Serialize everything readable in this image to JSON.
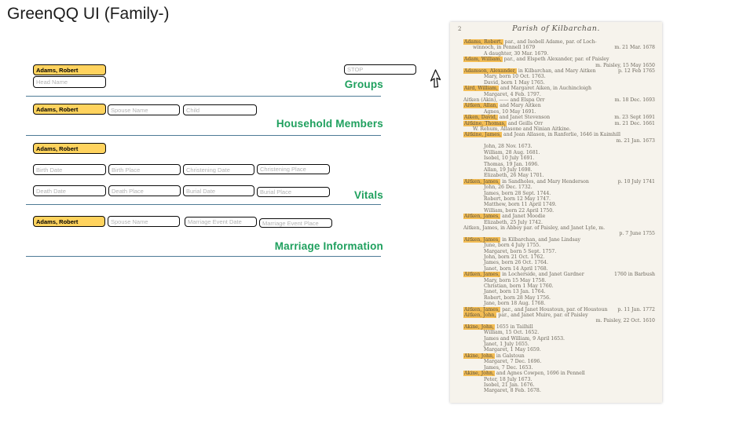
{
  "title": "GreenQQ UI (Family-)",
  "colors": {
    "section_label_green": "#1fa05e",
    "field_highlight_yellow": "#ffd35e",
    "divider_blue": "#4e7b96",
    "doc_highlight_amber": "#f3bd55"
  },
  "groups": {
    "label": "Groups",
    "head_name_value": "Adams, Robert",
    "head_name_placeholder": "Head Name",
    "stop_placeholder": "STOP"
  },
  "household": {
    "label": "Household Members",
    "head_value": "Adams, Robert",
    "spouse_placeholder": "Spouse Name",
    "child_placeholder": "Child"
  },
  "vitals": {
    "label": "Vitals",
    "head_value": "Adams, Robert",
    "row1": [
      "Birth Date",
      "Birth Place",
      "Christening Date",
      "Christening Place"
    ],
    "row2": [
      "Death Date",
      "Death Place",
      "Burial Date",
      "Burial Place"
    ]
  },
  "marriage": {
    "label": "Marriage Information",
    "head_value": "Adams, Robert",
    "spouse_placeholder": "Spouse Name",
    "event_date_placeholder": "Marriage Event Date",
    "event_place_placeholder": "Marriage Event Place"
  },
  "document": {
    "page_number": "2",
    "header": "Parish of Kilbarchan.",
    "lines": [
      {
        "hl": "Adams, Robert,",
        "t": "par., and Isobell Adame, par. of Loch-",
        "i": 0
      },
      {
        "t": "winnoch, in Pennell 1679",
        "r": "m. 21 Mar. 1678",
        "i": 1
      },
      {
        "t": "A daughter, 30 Mar. 1679.",
        "i": 2
      },
      {
        "hl": "Adam, William,",
        "t": "par., and Elspeth Alexander, par. of Paisley",
        "i": 0
      },
      {
        "r": "m. Paisley, 15 May 1650",
        "i": 0
      },
      {
        "hl": "Adamson, Alexander,",
        "t": "in Kilbarchan, and Mary Aitken",
        "r": "p. 12 Feb 1765",
        "i": 0
      },
      {
        "t": "Mary, born 10 Oct. 1763.",
        "i": 2
      },
      {
        "t": "David, born 1 May 1765.",
        "i": 2
      },
      {
        "hl": "Aird, William,",
        "t": "and Margaret Aiken, in Auchincloigh",
        "i": 0
      },
      {
        "t": "Margaret, 4 Feb. 1797.",
        "i": 2
      },
      {
        "t": "Aitken (Akin), —— and Elspa Orr",
        "r": "m. 18 Dec. 1693",
        "i": 0
      },
      {
        "hl": "Aitken, Allan,",
        "t": "and Mary Aitken",
        "i": 0
      },
      {
        "t": "Agnes, 10 May 1691.",
        "i": 2
      },
      {
        "hl": "Aiken, David,",
        "t": "and Janet Stevenson",
        "r": "m. 23 Sept 1691",
        "i": 0
      },
      {
        "hl": "Aitkine, Thomas,",
        "t": "and Geills Orr",
        "r": "m. 21 Dec. 1661",
        "i": 0
      },
      {
        "t": "W. Rehum, Allasone and Ninian Aitkine.",
        "i": 1
      },
      {
        "hl": "Aitkine, James,",
        "t": "and Jean Allason, in Ranferlie, 1646 in Kaimhill",
        "i": 0
      },
      {
        "r": "m. 21 Jan. 1673",
        "i": 0
      },
      {
        "t": "John, 28 Nov. 1673.",
        "i": 2
      },
      {
        "t": "William, 28 Aug. 1681.",
        "i": 2
      },
      {
        "t": "Isobel, 10 July 1691.",
        "i": 2
      },
      {
        "t": "Thomas, 19 Jan. 1696.",
        "i": 2
      },
      {
        "t": "Allan, 19 July 1698.",
        "i": 2
      },
      {
        "t": "Elizabeth, 26 May 1701.",
        "i": 2
      },
      {
        "hl": "Aitken, James,",
        "t": "in Sandholes, and Mary Henderson",
        "r": "p. 10 July 1741",
        "i": 0
      },
      {
        "t": "John, 26 Dec. 1732.",
        "i": 2
      },
      {
        "t": "James, born 28 Sept. 1744.",
        "i": 2
      },
      {
        "t": "Robert, born 12 May 1747.",
        "i": 2
      },
      {
        "t": "Matthew, born 11 April 1749.",
        "i": 2
      },
      {
        "t": "William, born 22 April 1750.",
        "i": 2
      },
      {
        "hl": "Aitken, James,",
        "t": "and Janet Moodie",
        "i": 0
      },
      {
        "t": "Elizabeth, 25 July 1742.",
        "i": 2
      },
      {
        "t": "Aitken, James, in Abbey par. of Paisley, and Janet Lyle, m.",
        "i": 0
      },
      {
        "r": "p. 7 June 1755",
        "i": 0
      },
      {
        "hl": "Aitken, James,",
        "t": "in Kilbarchan, and Jane Lindsay",
        "i": 0
      },
      {
        "t": "June, born 4 July 1755.",
        "i": 2
      },
      {
        "t": "Margaret, born 5 Sept. 1757.",
        "i": 2
      },
      {
        "t": "John, born 21 Oct. 1762.",
        "i": 2
      },
      {
        "t": "James, born 26 Oct. 1764.",
        "i": 2
      },
      {
        "t": "Janet, born 14 April 1768.",
        "i": 2
      },
      {
        "hl": "Aitken, James,",
        "t": "in Locherside, and Janet Gardner",
        "r": "1760 in Barbush",
        "i": 0
      },
      {
        "t": "Mary, born 15 May 1758.",
        "i": 2
      },
      {
        "t": "Christian, born 1 May 1760.",
        "i": 2
      },
      {
        "t": "Janet, born 13 Jan. 1764.",
        "i": 2
      },
      {
        "t": "Robert, born 28 May 1756.",
        "i": 2
      },
      {
        "t": "Jane, born 18 Aug. 1768.",
        "i": 2
      },
      {
        "hl": "Aitken, James,",
        "t": "par., and Janet Houstoun, par. of Houstoun",
        "r": "p. 11 Jan. 1772",
        "i": 0
      },
      {
        "hl": "Aitken, John,",
        "t": "par., and Janet Muire, par. of Paisley",
        "i": 0
      },
      {
        "r": "m. Paisley, 22 Oct. 1610",
        "i": 0
      },
      {
        "hl": "Akine, John,",
        "t": "1655 in Tailhill",
        "i": 0
      },
      {
        "t": "William, 15 Oct. 1652.",
        "i": 2
      },
      {
        "t": "James and William, 9 April 1653.",
        "i": 2
      },
      {
        "t": "Janet, 1 July 1655.",
        "i": 2
      },
      {
        "t": "Margaret, 1 May 1659.",
        "i": 2
      },
      {
        "hl": "Akine, John,",
        "t": "in Galstoun",
        "i": 0
      },
      {
        "t": "Margaret, 7 Dec. 1696.",
        "i": 2
      },
      {
        "t": "James, 7 Dec. 1653.",
        "i": 2
      },
      {
        "hl": "Akine, John,",
        "t": "and Agnes Cowpen, 1696 in Pennell",
        "i": 0
      },
      {
        "t": "Peter, 18 July 1673.",
        "i": 2
      },
      {
        "t": "Isobel, 21 Jan. 1676.",
        "i": 2
      },
      {
        "t": "Margaret, 8 Feb. 1678.",
        "i": 2
      }
    ]
  }
}
